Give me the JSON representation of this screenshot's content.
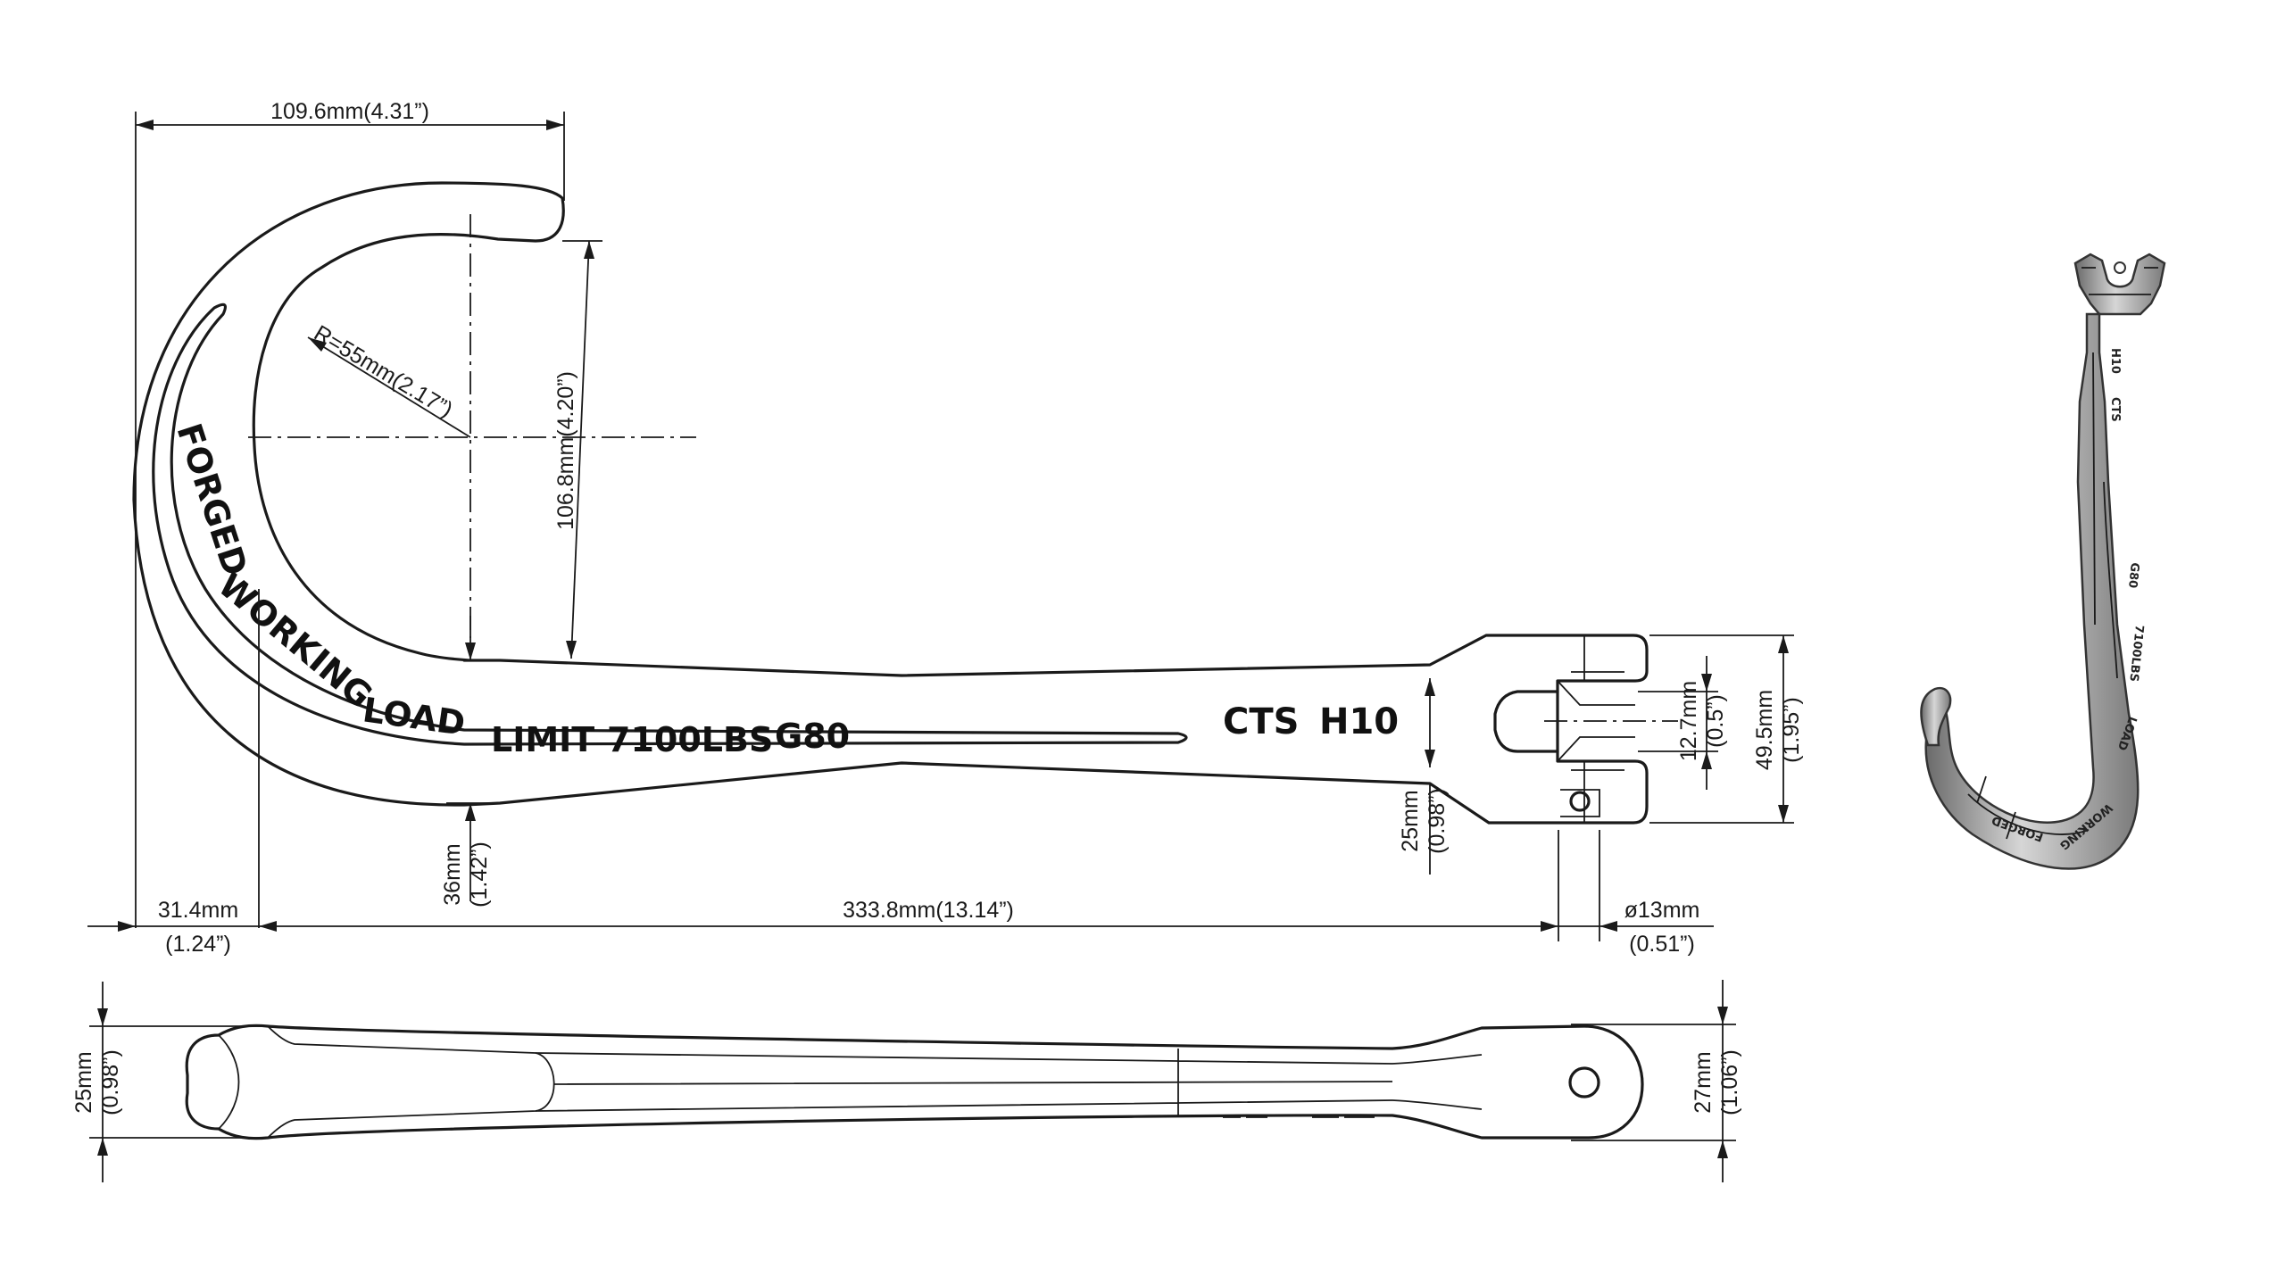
{
  "markings": {
    "forged": "FORGED",
    "working": "WORKING",
    "load": "LOAD",
    "limit": "LIMIT",
    "wll_value": "7100LBS",
    "grade": "G80",
    "brand": "CTS",
    "model": "H10"
  },
  "dimensions": {
    "overall_width_mm": "109.6mm(4.31”)",
    "radius": "R=55mm(2.17”)",
    "throat_depth": "106.8mm(4.20”)",
    "shank_mm": "36mm",
    "shank_in": "(1.42”)",
    "hook_offset_mm": "31.4mm",
    "hook_offset_in": "(1.24”)",
    "overall_length": "333.8mm(13.14”)",
    "pin_dia_mm": "ø13mm",
    "pin_dia_in": "(0.51”)",
    "neck_mm": "25mm",
    "neck_in": "(0.98”)",
    "slot_mm": "12.7mm",
    "slot_in": "(0.5”)",
    "head_mm": "49.5mm",
    "head_in": "(1.95”)",
    "side_thick_mm": "25mm",
    "side_thick_in": "(0.98”)",
    "side_eye_mm": "27mm",
    "side_eye_in": "(1.06”)"
  },
  "render_markings": {
    "brand": "CTS",
    "model": "H10",
    "forged": "FORGED",
    "working": "WORKING",
    "load": "LOAD",
    "wll_value": "7100LBS",
    "grade": "G80"
  },
  "colors": {
    "line": "#1a1a1a",
    "background": "#ffffff",
    "render_metal": "#b9b9b9",
    "render_dark": "#5a5a5a"
  }
}
